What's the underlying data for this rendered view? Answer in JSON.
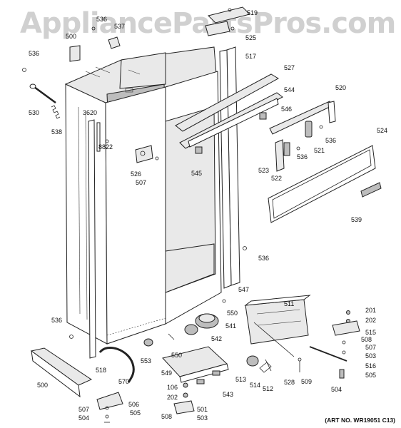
{
  "watermark": "AppliancePartsPros.com",
  "art_number": "(ART NO. WR19051 C13)",
  "labels": {
    "l519": "519",
    "l536a": "536",
    "l500": "500",
    "l537": "537",
    "l525": "525",
    "l517": "517",
    "l536b": "536",
    "l527": "527",
    "l530": "530",
    "l538": "538",
    "l3620": "3620",
    "l8822": "8822",
    "l544": "544",
    "l520": "520",
    "l546": "546",
    "l536c": "536",
    "l521": "521",
    "l536d": "536",
    "l524": "524",
    "l526": "526",
    "l507a": "507",
    "l545": "545",
    "l523": "523",
    "l522": "522",
    "l539": "539",
    "l536e": "536",
    "l547": "547",
    "l511": "511",
    "l201": "201",
    "l202a": "202",
    "l550a": "550",
    "l536f": "536",
    "l541": "541",
    "l515": "515",
    "l508a": "508",
    "l542": "542",
    "l507b": "507",
    "l503a": "503",
    "l550b": "550",
    "l553": "553",
    "l516": "516",
    "l505a": "505",
    "l518": "518",
    "l500b": "500",
    "l549": "549",
    "l513": "513",
    "l514": "514",
    "l512": "512",
    "l528": "528",
    "l509": "509",
    "l570": "570",
    "l504a": "504",
    "l106": "106",
    "l543": "543",
    "l202b": "202",
    "l506": "506",
    "l507c": "507",
    "l505b": "505",
    "l501": "501",
    "l504b": "504",
    "l508b": "508",
    "l503b": "503"
  }
}
